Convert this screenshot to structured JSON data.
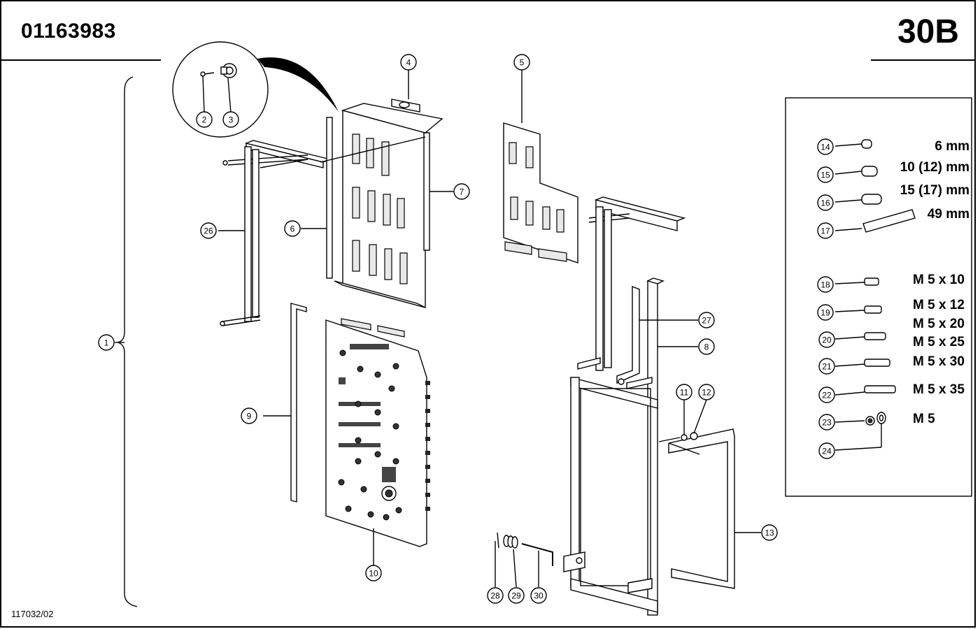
{
  "header": {
    "document_number": "01163983",
    "page_label": "30B"
  },
  "footer": {
    "drawing_reference": "117032/02"
  },
  "callouts": [
    "1",
    "2",
    "3",
    "4",
    "5",
    "6",
    "7",
    "8",
    "9",
    "10",
    "11",
    "12",
    "13",
    "26",
    "27",
    "28",
    "29",
    "30"
  ],
  "legend": {
    "items": [
      {
        "number": "14",
        "label": "6 mm"
      },
      {
        "number": "15",
        "label": "10 (12) mm"
      },
      {
        "number": "16",
        "label": "15 (17) mm"
      },
      {
        "number": "17",
        "label": "49 mm"
      },
      {
        "number": "18",
        "label": "M 5 x 10"
      },
      {
        "number": "19",
        "label": "M 5 x 12"
      },
      {
        "number": "",
        "label": "M 5 x 20"
      },
      {
        "number": "20",
        "label": "M 5 x 25"
      },
      {
        "number": "21",
        "label": "M 5 x 30"
      },
      {
        "number": "22",
        "label": "M 5 x 35"
      },
      {
        "number": "23",
        "label": "M 5"
      },
      {
        "number": "24",
        "label": ""
      }
    ]
  }
}
